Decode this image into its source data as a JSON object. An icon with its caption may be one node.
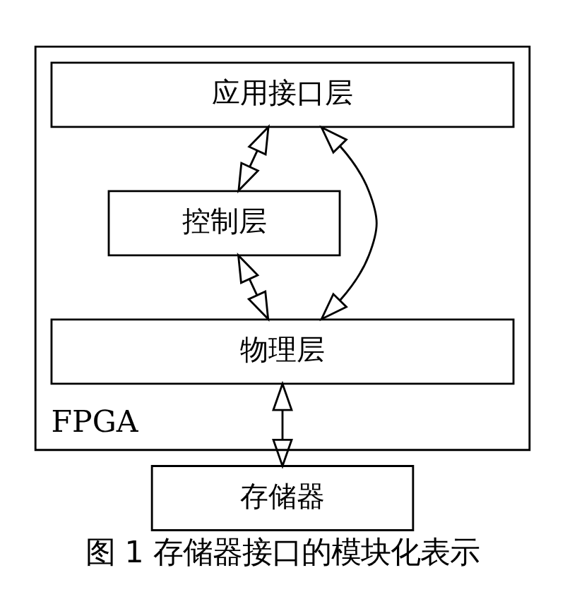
{
  "diagram": {
    "caption": "图 1 存储器接口的模块化表示",
    "nodes": [
      {
        "text": [
          "FPGA"
        ]
      },
      {
        "text": [
          "应用接口层"
        ],
        "in": 0
      },
      {
        "text": [
          "控制层"
        ],
        "in": 0
      },
      {
        "text": [
          "物理层"
        ],
        "in": 0
      },
      {
        "text": [
          "存储器"
        ]
      }
    ],
    "edges": [
      {
        "from": 1,
        "to": 2,
        "arrow": "both"
      },
      {
        "from": 2,
        "to": 3,
        "arrow": "both"
      },
      {
        "from": 1,
        "to": 3,
        "arrow": "both"
      },
      {
        "from": 3,
        "to": 4,
        "arrow": "both"
      }
    ]
  }
}
